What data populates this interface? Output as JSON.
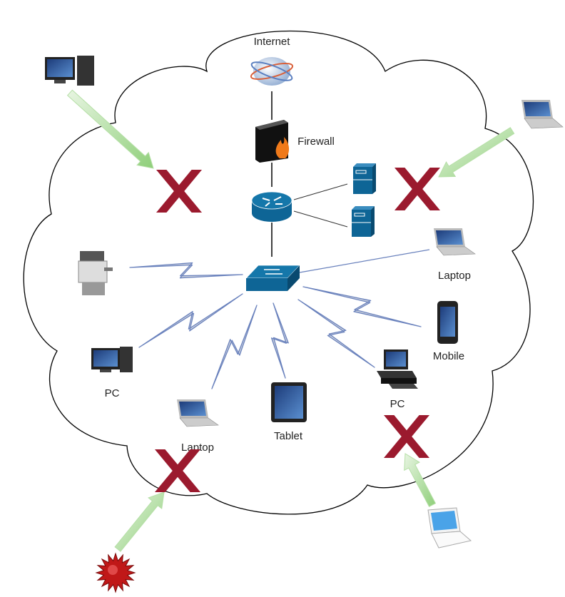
{
  "nodes": {
    "internet": {
      "label": "Internet",
      "icon": "globe-icon"
    },
    "firewall": {
      "label": "Firewall",
      "icon": "firewall-icon"
    },
    "router": {
      "icon": "router-icon"
    },
    "server_1": {
      "icon": "server-icon"
    },
    "server_2": {
      "icon": "server-icon"
    },
    "switch": {
      "icon": "switch-icon"
    },
    "printer": {
      "icon": "printer-icon"
    },
    "laptop_right": {
      "label": "Laptop",
      "icon": "laptop-icon"
    },
    "mobile": {
      "label": "Mobile",
      "icon": "mobile-icon"
    },
    "pc_right": {
      "label": "PC",
      "icon": "pc-icon"
    },
    "tablet": {
      "label": "Tablet",
      "icon": "tablet-icon"
    },
    "laptop_bottom": {
      "label": "Laptop",
      "icon": "laptop-icon"
    },
    "pc_left": {
      "label": "PC",
      "icon": "desktop-icon"
    }
  },
  "external": [
    {
      "icon": "desktop-icon",
      "status": "blocked"
    },
    {
      "icon": "laptop-icon",
      "status": "blocked"
    },
    {
      "icon": "virus-icon",
      "status": "blocked"
    },
    {
      "icon": "laptop-icon",
      "status": "blocked"
    }
  ],
  "colors": {
    "block_mark": "#9b1a2e",
    "arrow": "#8fcf7a",
    "device_blue": "#0e6596",
    "wireless_link": "#6a82bd",
    "cloud_stroke": "#000000"
  }
}
